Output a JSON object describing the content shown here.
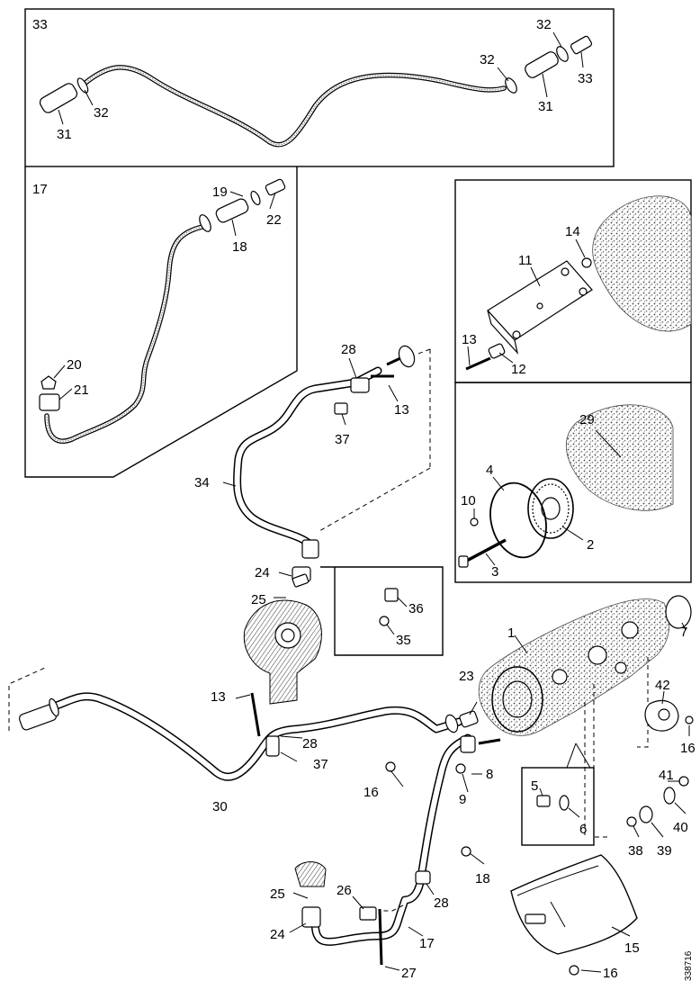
{
  "diagram": {
    "panels": {
      "top_box_label": "33",
      "left_box_label": "17"
    },
    "callouts": {
      "c33_top": "33",
      "c32_a": "32",
      "c31_a": "31",
      "c32_b": "32",
      "c32_c": "32",
      "c33_b": "33",
      "c31_b": "31",
      "c19": "19",
      "c22": "22",
      "c18_a": "18",
      "c20": "20",
      "c21": "21",
      "c14": "14",
      "c11": "11",
      "c13_a": "13",
      "c12": "12",
      "c28_a": "28",
      "c13_b": "13",
      "c37_a": "37",
      "c34": "34",
      "c29": "29",
      "c4": "4",
      "c10": "10",
      "c2": "2",
      "c3": "3",
      "c24_a": "24",
      "c25_a": "25",
      "c36": "36",
      "c35": "35",
      "c1": "1",
      "c7": "7",
      "c13_c": "13",
      "c23": "23",
      "c42": "42",
      "c28_b": "28",
      "c37_b": "37",
      "c16_a": "16",
      "c8": "8",
      "c9": "9",
      "c30": "30",
      "c41": "41",
      "c5": "5",
      "c6": "6",
      "c40": "40",
      "c38": "38",
      "c39": "39",
      "c18_b": "18",
      "c28_c": "28",
      "c25_b": "25",
      "c26": "26",
      "c24_b": "24",
      "c17": "17",
      "c15": "15",
      "c27": "27",
      "c16_b": "16",
      "c16_c": "16"
    },
    "reference_number": "338716"
  }
}
